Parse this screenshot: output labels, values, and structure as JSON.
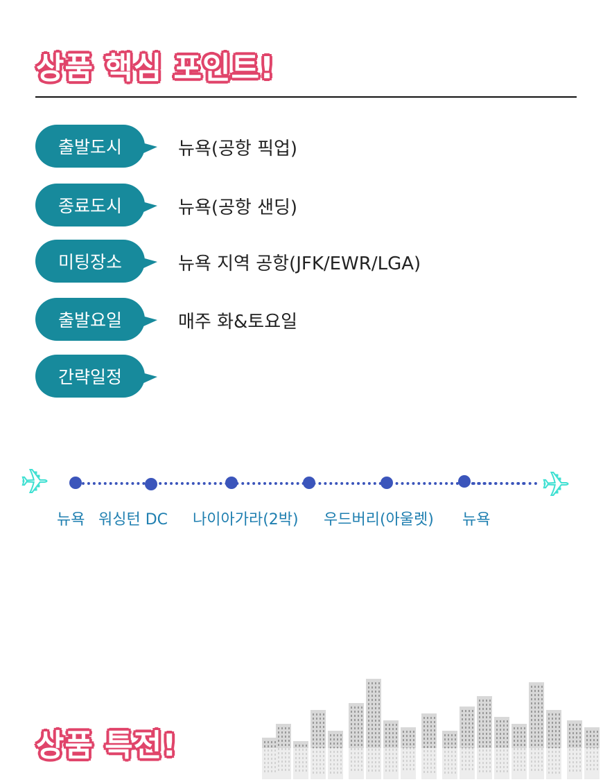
{
  "heading": "상품 핵심 포인트!",
  "info": [
    {
      "label": "출발도시",
      "value": "뉴욕(공항 픽업)"
    },
    {
      "label": "종료도시",
      "value": "뉴욕(공항 샌딩)"
    },
    {
      "label": "미팅장소",
      "value": "뉴욕 지역 공항(JFK/EWR/LGA)"
    },
    {
      "label": "출발요일",
      "value": "매주 화&토요일"
    },
    {
      "label": "간략일정",
      "value": ""
    }
  ],
  "itinerary": [
    "뉴욕",
    "워싱턴 DC",
    "나이아가라(2박)",
    "우드버리(아울렛)",
    "뉴욕"
  ],
  "heading2": "상품 특전!",
  "colors": {
    "pink": "#e0446a",
    "teal": "#178a9c",
    "route": "#3b55bb",
    "plane": "#3fe0d2"
  }
}
